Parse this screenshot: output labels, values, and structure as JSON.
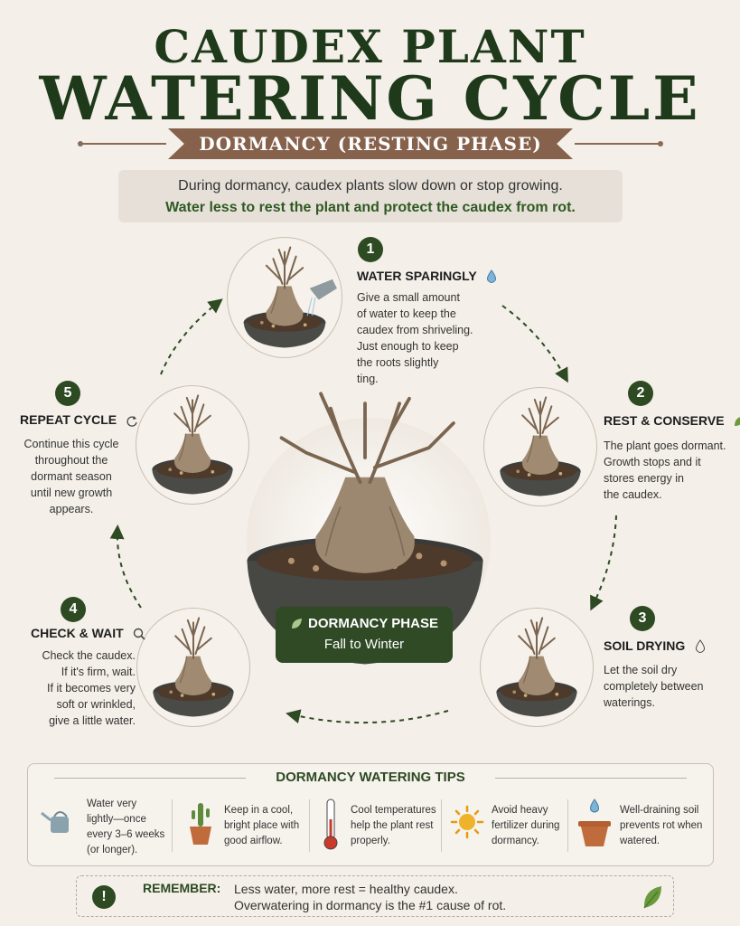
{
  "title": {
    "line1": "CAUDEX PLANT",
    "line2": "WATERING CYCLE",
    "subtitle": "DORMANCY (RESTING PHASE)"
  },
  "intro": {
    "line1": "During dormancy, caudex plants slow down or stop growing.",
    "line2": "Water less to rest the plant and protect the caudex from rot."
  },
  "steps": [
    {
      "num": "1",
      "title": "WATER SPARINGLY",
      "icon": "water-drop-icon",
      "desc": [
        "Give a small amount",
        "of water to keep the",
        "caudex from shriveling.",
        "Just enough to keep",
        "the roots slightly",
        "ting."
      ]
    },
    {
      "num": "2",
      "title": "REST & CONSERVE",
      "icon": "leaf-icon",
      "desc": [
        "The plant goes dormant.",
        "Growth stops and it",
        "stores energy in",
        "the caudex."
      ]
    },
    {
      "num": "3",
      "title": "SOIL DRYING",
      "icon": "empty-drop-icon",
      "desc": [
        "Let the soil dry",
        "completely between",
        "waterings."
      ]
    },
    {
      "num": "4",
      "title": "CHECK & WAIT",
      "icon": "magnifier-icon",
      "desc": [
        "Check the caudex.",
        "If it's firm, wait.",
        "If it becomes very",
        "soft or wrinkled,",
        "give a little water."
      ]
    },
    {
      "num": "5",
      "title": "REPEAT CYCLE",
      "icon": "cycle-icon",
      "desc": [
        "Continue this cycle",
        "throughout the",
        "dormant season",
        "until new growth",
        "appears."
      ]
    }
  ],
  "phase": {
    "title": "DORMANCY PHASE",
    "subtitle": "Fall to Winter"
  },
  "tips": {
    "title": "DORMANCY WATERING TIPS",
    "items": [
      {
        "icon": "watering-can-icon",
        "lines": [
          "Water very",
          "lightly—once",
          "every 3–6 weeks",
          "(or longer)."
        ]
      },
      {
        "icon": "cactus-pot-icon",
        "lines": [
          "Keep in a cool,",
          "bright place with",
          "good airflow."
        ]
      },
      {
        "icon": "thermometer-icon",
        "lines": [
          "Cool temperatures",
          "help the plant rest",
          "properly."
        ]
      },
      {
        "icon": "sun-icon",
        "lines": [
          "Avoid heavy",
          "fertilizer during",
          "dormancy."
        ]
      },
      {
        "icon": "soil-pot-icon",
        "lines": [
          "Well-draining soil",
          "prevents rot when",
          "watered."
        ]
      }
    ]
  },
  "remember": {
    "label": "REMEMBER:",
    "line1": "Less water, more rest = healthy caudex.",
    "line2": "Overwatering in dormancy is the #1 cause of rot."
  },
  "colors": {
    "background": "#f4efe8",
    "dark_green": "#2d4a22",
    "ribbon_brown": "#86614c"
  }
}
